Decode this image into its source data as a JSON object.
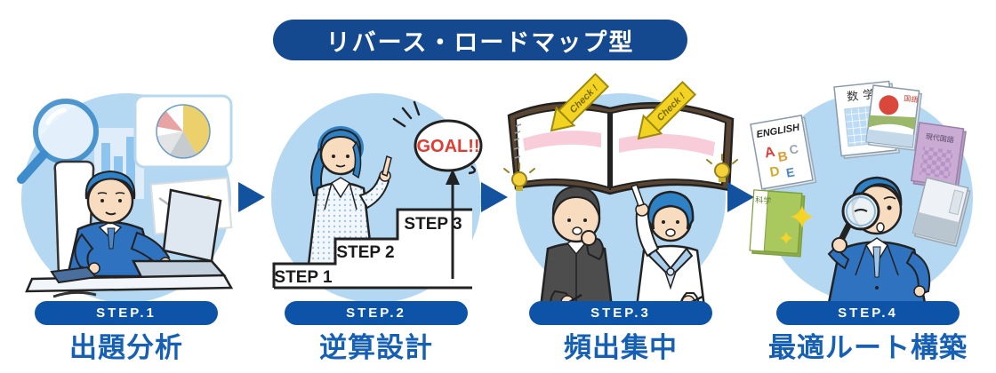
{
  "title": "リバース・ロードマップ型",
  "colors": {
    "banner_bg": "#14498f",
    "step_pill_bg": "#0d54a9",
    "step_label": "#1560b4",
    "arrow": "#12529f",
    "circle_bg": "#b5d8f2",
    "goal_text": "#e23b30",
    "check_arrow_bg": "#f3d321",
    "highlight_pink": "#f8cdd9"
  },
  "steps": [
    {
      "step": "STEP.1",
      "label": "出題分析"
    },
    {
      "step": "STEP.2",
      "label": "逆算設計"
    },
    {
      "step": "STEP.3",
      "label": "頻出集中"
    },
    {
      "step": "STEP.4",
      "label": "最適ルート構築"
    }
  ],
  "step2_illustration": {
    "stairs": [
      "STEP 1",
      "STEP 2",
      "STEP 3"
    ],
    "goal": "GOAL!!"
  },
  "step3_illustration": {
    "check_labels": [
      "Check !",
      "Check !"
    ]
  },
  "step4_illustration": {
    "books": {
      "math": "数学",
      "english": "ENGLISH",
      "kokugo": "国語",
      "modern": "現代国語",
      "science": "科学"
    },
    "english_letters": [
      "A",
      "B",
      "C",
      "D",
      "E"
    ]
  }
}
